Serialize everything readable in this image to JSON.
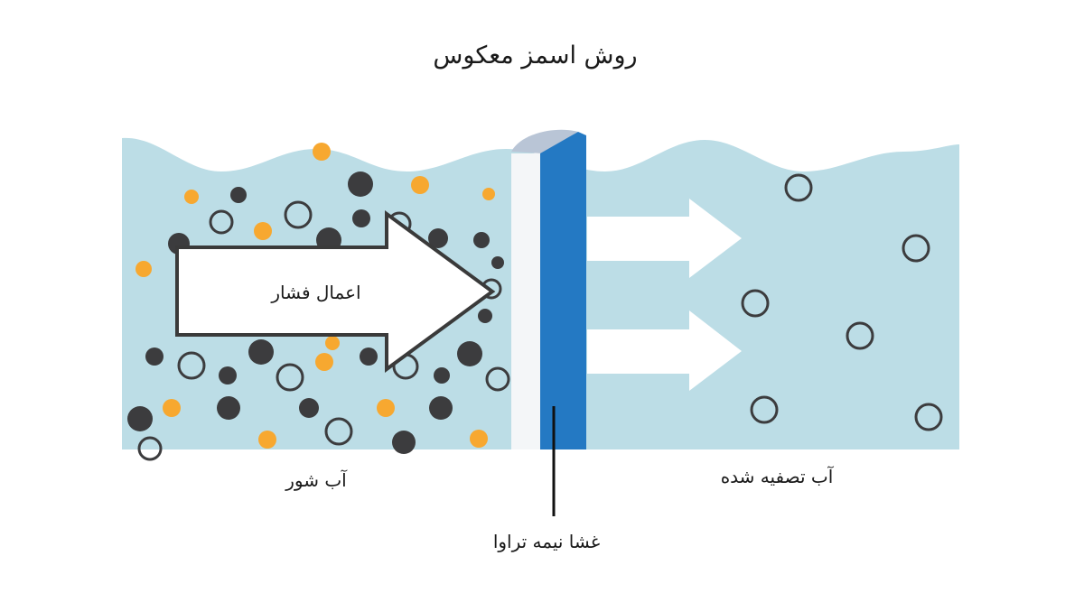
{
  "title": "روش اسمز معکوس",
  "labels": {
    "pressure": "اعمال فشار",
    "salt_water": "آب شور",
    "purified_water": "آب تصفیه شده",
    "membrane": "غشا نیمه تراوا"
  },
  "colors": {
    "water": "#bcdde6",
    "particle_dark": "#3c3c3e",
    "particle_orange": "#f7a830",
    "membrane": "#2479c3",
    "membrane_support": "#f4f6f8",
    "membrane_cap": "#b9c5d6",
    "arrow_fill": "#ffffff",
    "arrow_outline": "#3a3a3a"
  },
  "icons": [
    "pressure-arrow",
    "flow-arrow",
    "water-molecule",
    "salt-particle",
    "impurity-particle"
  ]
}
